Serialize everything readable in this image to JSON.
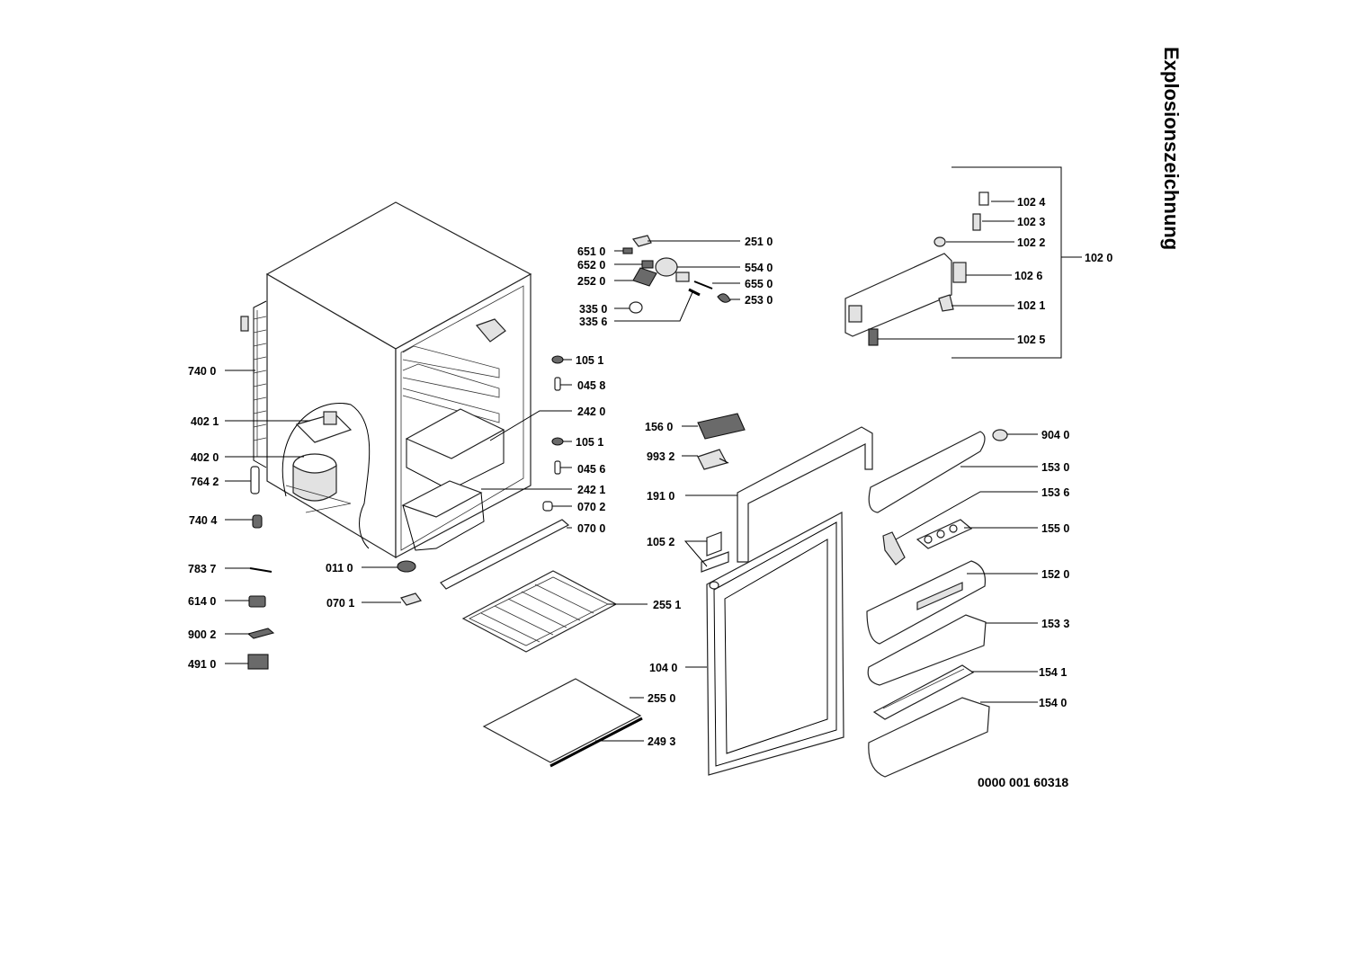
{
  "title": "Explosionszeichnung",
  "document_number": "0000 001 60318",
  "labels": {
    "p7400": "740 0",
    "p4021": "402 1",
    "p4020": "402 0",
    "p7642": "764 2",
    "p7404": "740 4",
    "p7837": "783 7",
    "p6140": "614 0",
    "p9002": "900 2",
    "p4910": "491 0",
    "p0110": "011 0",
    "p0701": "070 1",
    "p6510": "651 0",
    "p6520": "652 0",
    "p2520": "252 0",
    "p3350": "335 0",
    "p3356": "335 6",
    "p2510": "251 0",
    "p5540": "554 0",
    "p6550": "655 0",
    "p2530": "253 0",
    "p1051a": "105 1",
    "p0458": "045 8",
    "p2420": "242 0",
    "p1051b": "105 1",
    "p0456": "045 6",
    "p2421": "242 1",
    "p0702": "070 2",
    "p0700": "070 0",
    "p2551": "255 1",
    "p2550": "255 0",
    "p2493": "249 3",
    "p1560": "156 0",
    "p9932": "993 2",
    "p1910": "191 0",
    "p1052": "105 2",
    "p1040": "104 0",
    "p1024": "102 4",
    "p1023": "102 3",
    "p1022": "102 2",
    "p1026": "102 6",
    "p1021": "102 1",
    "p1025": "102 5",
    "p1020": "102 0",
    "p9040": "904 0",
    "p1530": "153 0",
    "p1536": "153 6",
    "p1550": "155 0",
    "p1520": "152 0",
    "p1533": "153 3",
    "p1541": "154 1",
    "p1540": "154 0"
  }
}
